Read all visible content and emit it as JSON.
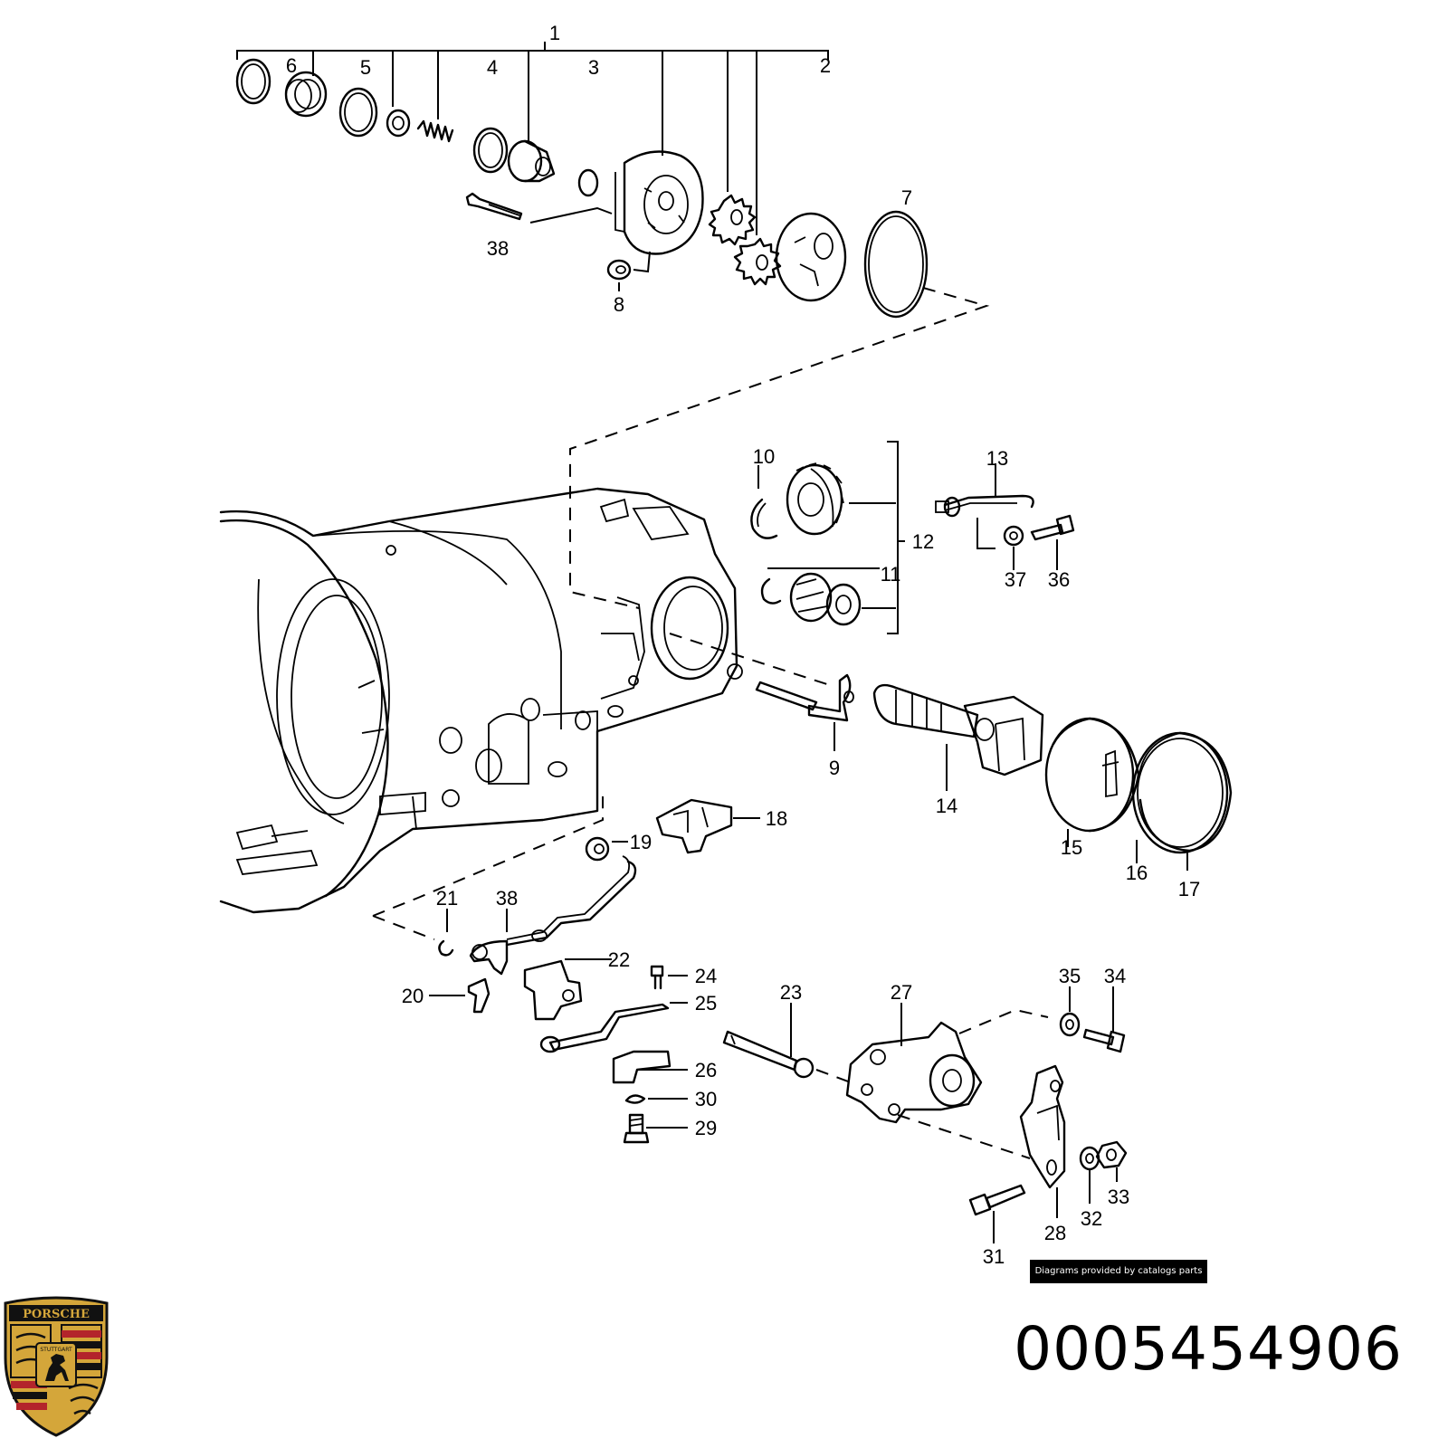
{
  "diagram": {
    "callouts": [
      "1",
      "2",
      "3",
      "4",
      "5",
      "6",
      "7",
      "8",
      "38",
      "10",
      "11",
      "12",
      "13",
      "36",
      "37",
      "9",
      "14",
      "15",
      "16",
      "17",
      "18",
      "19",
      "20",
      "21",
      "38",
      "22",
      "24",
      "25",
      "23",
      "27",
      "35",
      "34",
      "26",
      "30",
      "29",
      "28",
      "31",
      "32",
      "33"
    ]
  },
  "footer": {
    "credit": "Diagrams provided by catalogs parts",
    "part_number": "0005454906"
  },
  "logo": {
    "brand_text": "PORSCHE",
    "city_text": "STUTTGART",
    "colors": {
      "gold": "#d4a63a",
      "red": "#b3242b",
      "black": "#111111"
    }
  }
}
